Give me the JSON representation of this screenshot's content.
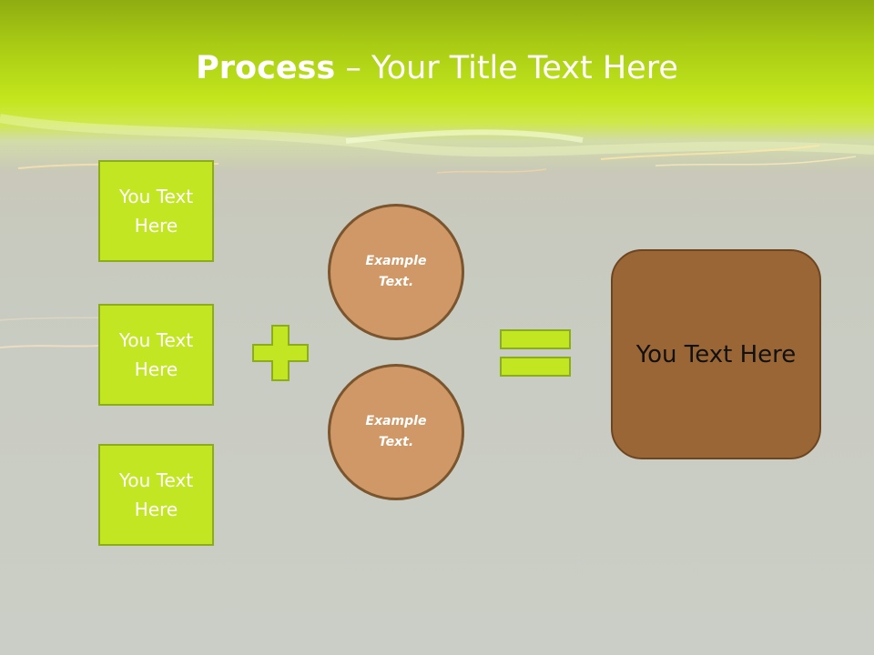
{
  "title": {
    "bold": "Process",
    "rest": " – Your Title Text Here"
  },
  "squares": [
    {
      "label": "You Text Here"
    },
    {
      "label": "You Text Here"
    },
    {
      "label": "You Text Here"
    }
  ],
  "circles": [
    {
      "label": "Example Text."
    },
    {
      "label": "Example Text."
    }
  ],
  "result": {
    "label": "You Text Here"
  },
  "colors": {
    "accent_green": "#c3e622",
    "green_border": "#8cac1b",
    "circle_fill": "#cf9866",
    "result_fill": "#9a6636"
  }
}
